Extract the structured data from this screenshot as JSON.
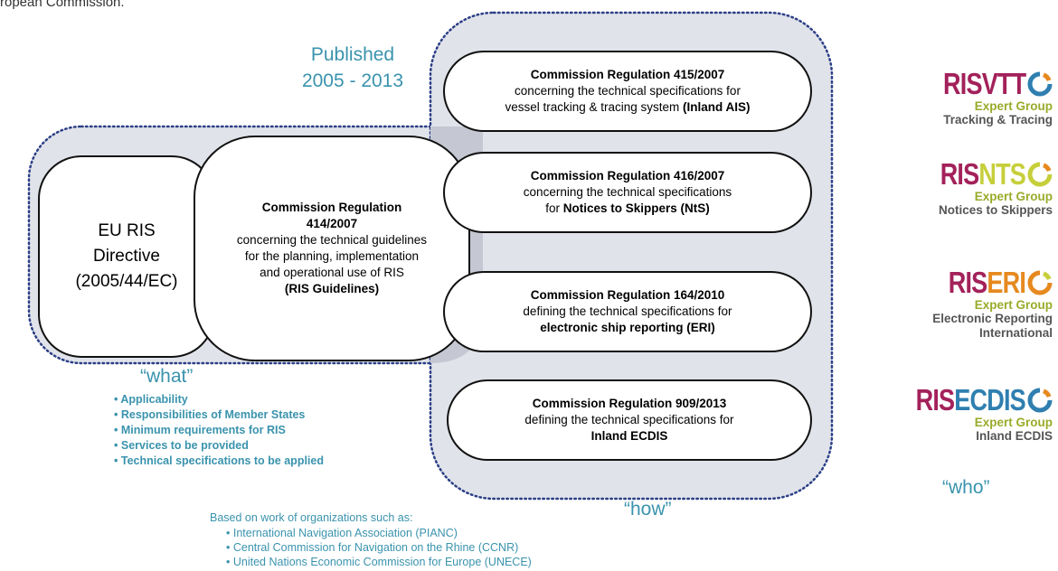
{
  "header_fragment": "ropean Commission.",
  "published": {
    "line1": "Published",
    "line2": "2005 - 2013"
  },
  "directive": {
    "line1": "EU RIS",
    "line2": "Directive",
    "line3": "(2005/44/EC)"
  },
  "guidelines": {
    "title1": "Commission Regulation",
    "title2": "414/2007",
    "desc1": "concerning the technical guidelines",
    "desc2": "for the planning, implementation",
    "desc3": "and operational use of RIS",
    "short": "(RIS Guidelines)"
  },
  "regulations": [
    {
      "title": "Commission Regulation 415/2007",
      "line2": "concerning the technical specifications for",
      "line3a": "vessel tracking & tracing system ",
      "line3b": "(Inland AIS)"
    },
    {
      "title": "Commission Regulation 416/2007",
      "line2": "concerning the technical specifications",
      "line3a": "for ",
      "line3b": "Notices to Skippers (NtS)"
    },
    {
      "title": "Commission Regulation 164/2010",
      "line2": "defining the technical specifications for",
      "line3a": "",
      "line3b": "electronic ship reporting (ERI)"
    },
    {
      "title": "Commission Regulation 909/2013",
      "line2": "defining the technical specifications for",
      "line3a": "",
      "line3b": "Inland ECDIS"
    }
  ],
  "what": {
    "label": "“what”",
    "items": [
      "Applicability",
      "Responsibilities of Member States",
      "Minimum requirements for RIS",
      "Services to be provided",
      "Technical specifications to be applied"
    ]
  },
  "how_label": "“how”",
  "who_label": "“who”",
  "based": {
    "title": "Based on work of organizations such as:",
    "items": [
      "International Navigation Association (PIANC)",
      "Central Commission for Navigation on the Rhine (CCNR)",
      "United Nations Economic Commission for Europe (UNECE)"
    ]
  },
  "logos": [
    {
      "prefix": "RIS",
      "suffix": "VTT",
      "suffix_color": "#a3215a",
      "group": "Expert Group",
      "name1": "Tracking & Tracing",
      "name2": ""
    },
    {
      "prefix": "RIS",
      "suffix": "NTS",
      "suffix_color": "#c6cf3a",
      "group": "Expert Group",
      "name1": "Notices to Skippers",
      "name2": ""
    },
    {
      "prefix": "RIS",
      "suffix": "ERI",
      "suffix_color": "#e6891f",
      "group": "Expert Group",
      "name1": "Electronic Reporting",
      "name2": "International"
    },
    {
      "prefix": "RIS",
      "suffix": "ECDIS",
      "suffix_color": "#2f7fb0",
      "group": "Expert Group",
      "name1": "Inland ECDIS",
      "name2": ""
    }
  ],
  "colors": {
    "accent": "#3a93ad",
    "region_fill": "#e1e3ea",
    "region_border": "#2b3f86",
    "ris_brand": "#a3215a",
    "expert_group": "#9aab2a"
  }
}
